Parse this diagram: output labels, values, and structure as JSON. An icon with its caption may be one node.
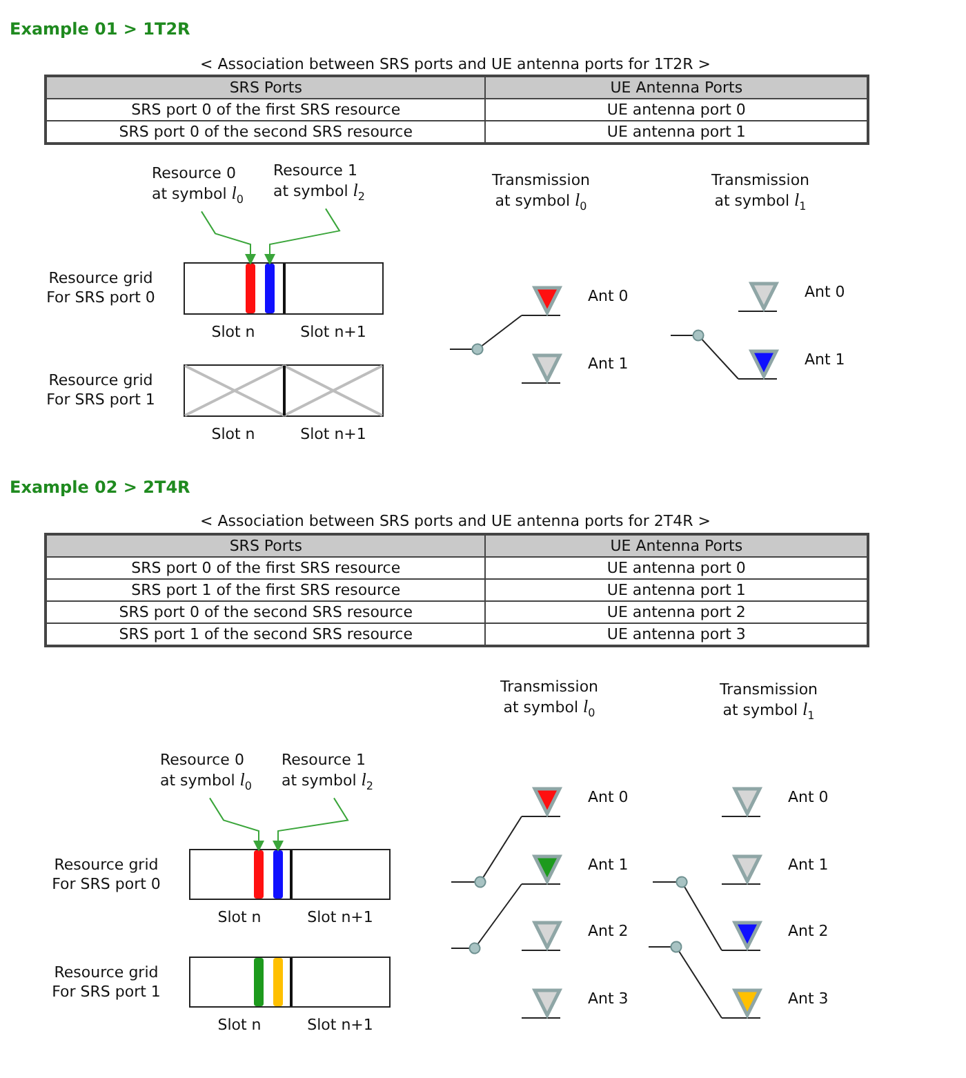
{
  "diagram": {
    "nodes": [
      {
        "text": [
          "Resource 0 at symbol *l*$_{0}$"
        ]
      },
      {
        "text": [
          "Resource 1 at symbol *l*$_{2}$"
        ]
      },
      {
        "text": [],
        "shape": "box",
        "beside": [
          "Resource grid For SRS port 0",
          "Slot n",
          "Slot n+1"
        ]
      },
      {
        "text": [],
        "shape": "bar",
        "in": 2
      },
      {
        "text": [],
        "shape": "bar",
        "in": 2
      },
      {
        "text": [],
        "shape": "box",
        "beside": [
          "Resource grid For SRS port 1",
          "Slot n",
          "Slot n+1"
        ]
      },
      {
        "text": [
          "Ant 0"
        ]
      },
      {
        "text": [
          "Ant 1"
        ]
      },
      {
        "text": [
          "Ant 0"
        ]
      },
      {
        "text": [
          "Ant 1"
        ]
      },
      {
        "text": [
          "Resource 0 at symbol *l*$_{0}$"
        ]
      },
      {
        "text": [
          "Resource 1 at symbol *l*$_{2}$"
        ]
      },
      {
        "text": [],
        "shape": "box",
        "beside": [
          "Resource grid For SRS port 0",
          "Slot n",
          "Slot n+1"
        ]
      },
      {
        "text": [],
        "shape": "bar",
        "in": 12
      },
      {
        "text": [],
        "shape": "bar",
        "in": 12
      },
      {
        "text": [],
        "shape": "box",
        "beside": [
          "Resource grid For SRS port 1",
          "Slot n",
          "Slot n+1"
        ]
      },
      {
        "text": [],
        "shape": "bar",
        "in": 15
      },
      {
        "text": [],
        "shape": "bar",
        "in": 15
      },
      {
        "text": [
          "Ant 0"
        ]
      },
      {
        "text": [
          "Ant 1"
        ]
      },
      {
        "text": [
          "Ant 2"
        ]
      },
      {
        "text": [
          "Ant 3"
        ]
      },
      {
        "text": [
          "Ant 0"
        ]
      },
      {
        "text": [
          "Ant 1"
        ]
      },
      {
        "text": [
          "Ant 2"
        ]
      },
      {
        "text": [
          "Ant 3"
        ]
      }
    ],
    "edges": [
      {
        "from": 0,
        "to": 3,
        "arrow": "to",
        "color": "#3aa53a"
      },
      {
        "from": 1,
        "to": 4,
        "arrow": "to",
        "color": "#3aa53a"
      },
      {
        "from": null,
        "to": 6,
        "arrow": "other"
      },
      {
        "from": null,
        "to": 9,
        "arrow": "other"
      },
      {
        "from": 10,
        "to": 13,
        "arrow": "to",
        "color": "#3aa53a"
      },
      {
        "from": 11,
        "to": 14,
        "arrow": "to",
        "color": "#3aa53a"
      },
      {
        "from": null,
        "to": 18,
        "arrow": "other"
      },
      {
        "from": null,
        "to": 19,
        "arrow": "other"
      },
      {
        "from": null,
        "to": 24,
        "arrow": "other"
      },
      {
        "from": null,
        "to": 25,
        "arrow": "other"
      }
    ],
    "labels": [
      "Example 01 > 1T2R",
      "< Association between SRS ports and UE antenna ports for 1T2R >",
      "SRS Ports",
      "UE Antenna Ports",
      "SRS port 0 of the first SRS resource",
      "UE antenna port 0",
      "SRS port 0 of the second SRS resource",
      "UE antenna port 1",
      "Transmission at symbol *l*$_{0}$",
      "Transmission at symbol *l*$_{1}$",
      "Example 02 > 2T4R",
      "< Association between SRS ports and UE antenna ports for 2T4R >",
      "SRS Ports",
      "UE Antenna Ports",
      "SRS port 0 of the first SRS resource",
      "UE antenna port 0",
      "SRS port 1 of the first SRS resource",
      "UE antenna port 1",
      "SRS port 0 of the second SRS resource",
      "UE antenna port 2",
      "SRS port 1 of the second SRS resource",
      "UE antenna port 3",
      "Transmission at symbol *l*$_{0}$",
      "Transmission at symbol *l*$_{1}$"
    ]
  }
}
